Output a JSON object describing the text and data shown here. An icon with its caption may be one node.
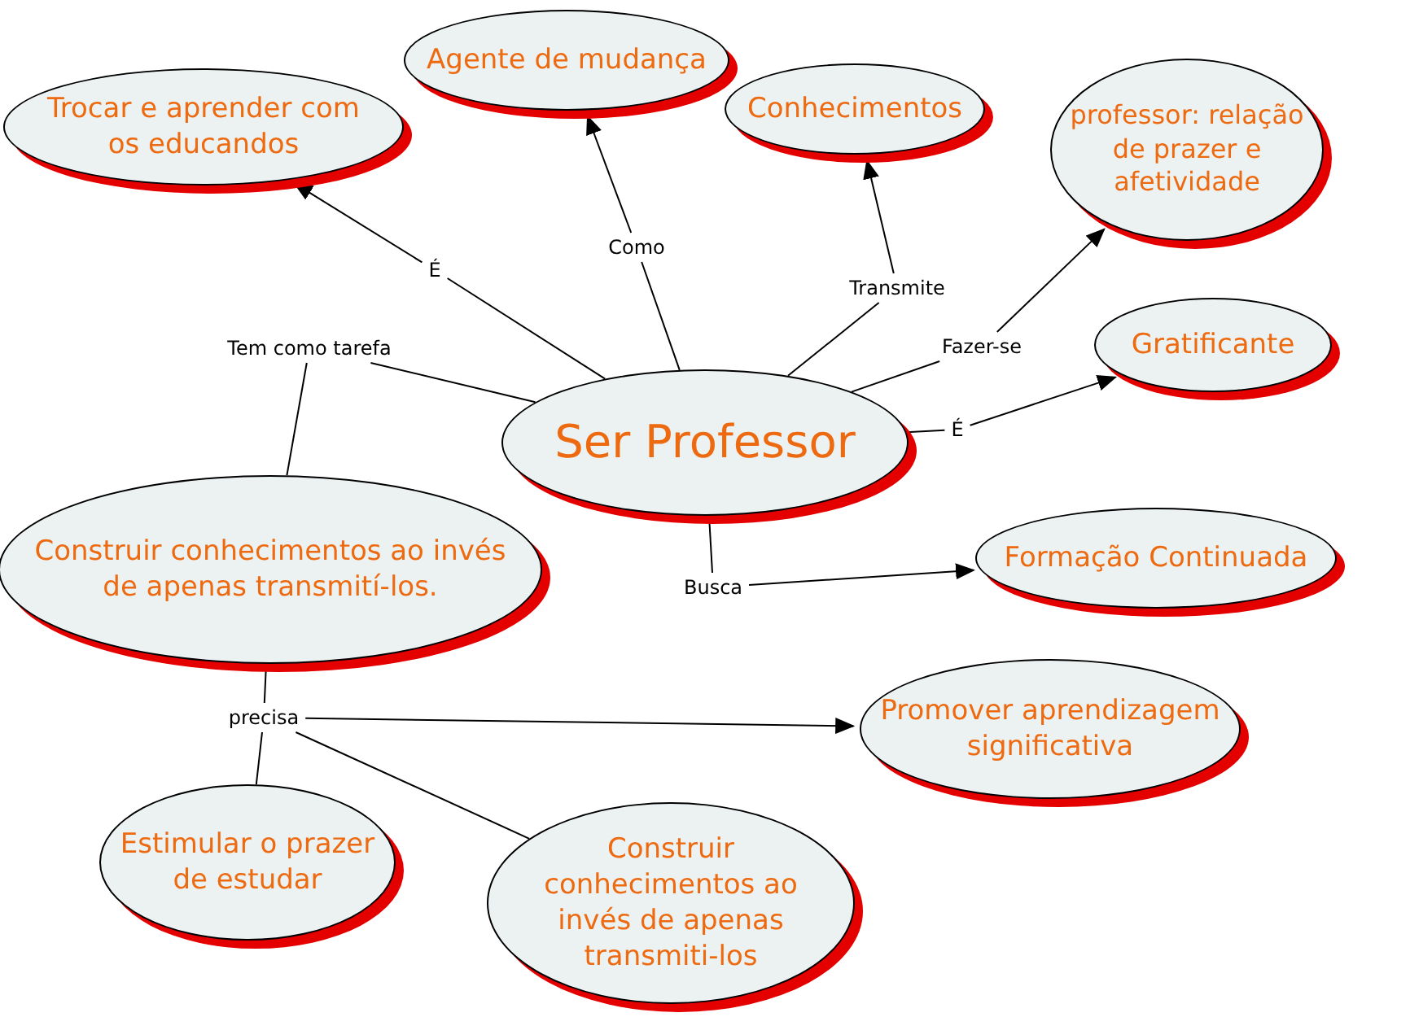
{
  "diagram": {
    "nodes": [
      {
        "text": [
          "Trocar e aprender com os educandos"
        ]
      },
      {
        "text": [
          "Agente de mudança"
        ]
      },
      {
        "text": [
          "Conhecimentos"
        ]
      },
      {
        "text": [
          "professor: relação de prazer e afetividade"
        ]
      },
      {
        "text": [
          "Gratificante"
        ]
      },
      {
        "text": [
          "Ser Professor"
        ]
      },
      {
        "text": [
          "Construir conhecimentos ao invés de apenas transmití-los."
        ]
      },
      {
        "text": [
          "Formação Continuada"
        ]
      },
      {
        "text": [
          "Promover aprendizagem significativa"
        ]
      },
      {
        "text": [
          "Estimular o prazer de estudar"
        ]
      },
      {
        "text": [
          "Construir conhecimentos ao invés de apenas transmiti-los"
        ]
      },
      {
        "text": [
          "É"
        ]
      },
      {
        "text": [
          "Como"
        ]
      },
      {
        "text": [
          "Transmite"
        ]
      },
      {
        "text": [
          "Fazer-se"
        ]
      },
      {
        "text": [
          "Tem como tarefa"
        ]
      },
      {
        "text": [
          "É"
        ]
      },
      {
        "text": [
          "Busca"
        ]
      },
      {
        "text": [
          "precisa"
        ]
      }
    ],
    "edges": [
      {
        "from": 5,
        "to": 11,
        "arrow": "none"
      },
      {
        "from": 11,
        "to": 0,
        "arrow": "to"
      },
      {
        "from": 5,
        "to": 12,
        "arrow": "none"
      },
      {
        "from": 12,
        "to": 1,
        "arrow": "to"
      },
      {
        "from": 5,
        "to": 13,
        "arrow": "none"
      },
      {
        "from": 13,
        "to": 2,
        "arrow": "to"
      },
      {
        "from": 5,
        "to": 14,
        "arrow": "none"
      },
      {
        "from": 14,
        "to": 3,
        "arrow": "to"
      },
      {
        "from": 5,
        "to": 15,
        "arrow": "none"
      },
      {
        "from": 15,
        "to": 6,
        "arrow": "none"
      },
      {
        "from": 5,
        "to": 16,
        "arrow": "none"
      },
      {
        "from": 16,
        "to": 4,
        "arrow": "to"
      },
      {
        "from": 5,
        "to": 17,
        "arrow": "none"
      },
      {
        "from": 17,
        "to": 7,
        "arrow": "to"
      },
      {
        "from": 6,
        "to": 18,
        "arrow": "none"
      },
      {
        "from": 18,
        "to": 8,
        "arrow": "to"
      },
      {
        "from": 18,
        "to": 9,
        "arrow": "none"
      },
      {
        "from": 18,
        "to": 10,
        "arrow": "none"
      }
    ]
  }
}
